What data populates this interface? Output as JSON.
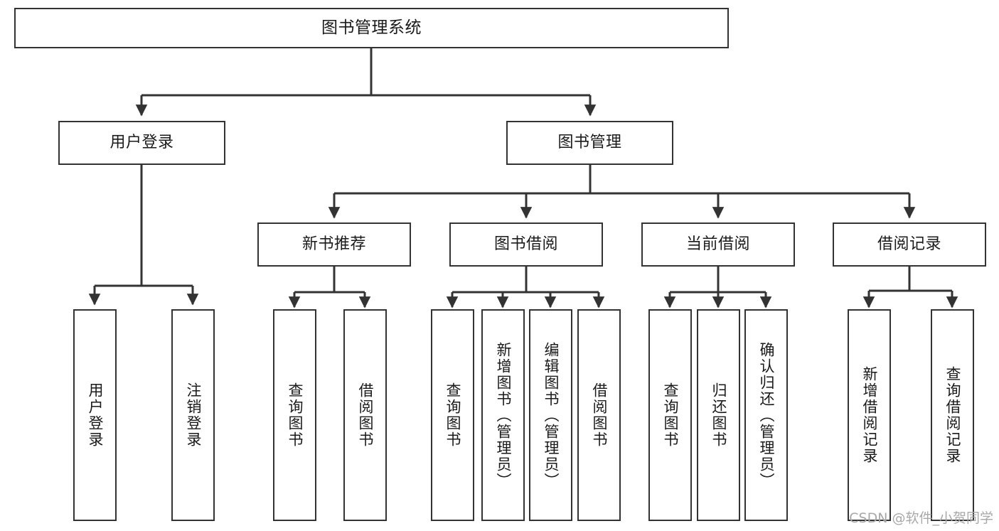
{
  "diagram": {
    "title": "图书管理系统",
    "watermark": "CSDN @软件_小贺同学",
    "line_color": "#333333",
    "box_border_color": "#333333",
    "box_fill": "#ffffff",
    "text_color": "#1a1a1a",
    "levels": {
      "root": {
        "label": "图书管理系统"
      },
      "level2": [
        {
          "label": "用户登录"
        },
        {
          "label": "图书管理"
        }
      ],
      "level3": [
        {
          "label": "新书推荐"
        },
        {
          "label": "图书借阅"
        },
        {
          "label": "当前借阅"
        },
        {
          "label": "借阅记录"
        }
      ],
      "leaves_user_login": [
        {
          "label": "用户登录"
        },
        {
          "label": "注销登录"
        }
      ],
      "leaves_new_book": [
        {
          "label": "查询图书"
        },
        {
          "label": "借阅图书"
        }
      ],
      "leaves_borrow": [
        {
          "label": "查询图书"
        },
        {
          "label": "新增图书（管理员）"
        },
        {
          "label": "编辑图书（管理员）"
        },
        {
          "label": "借阅图书"
        }
      ],
      "leaves_current": [
        {
          "label": "查询图书"
        },
        {
          "label": "归还图书"
        },
        {
          "label": "确认归还（管理员）"
        }
      ],
      "leaves_record": [
        {
          "label": "新增借阅记录"
        },
        {
          "label": "查询借阅记录"
        }
      ]
    }
  }
}
